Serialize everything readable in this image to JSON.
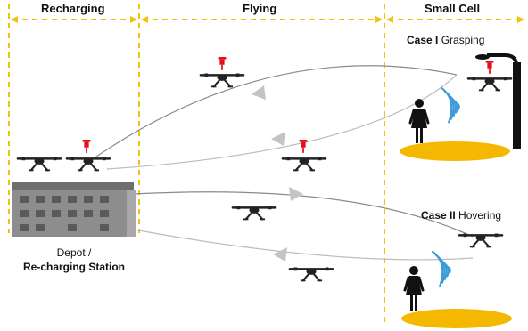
{
  "zones": {
    "recharging": "Recharging",
    "flying": "Flying",
    "small_cell": "Small Cell"
  },
  "case1": {
    "label_bold": "Case I",
    "label": " Grasping"
  },
  "case2": {
    "label_bold": "Case II",
    "label": " Hovering"
  },
  "depot": {
    "line1": "Depot /",
    "line2": "Re-charging Station"
  },
  "colors": {
    "divider": "#f2c10a",
    "ground_disc": "#f5b800",
    "gripper": "#e3101c",
    "signal": "#3a9bd8",
    "building": "#8d8d8d",
    "drone": "#222222",
    "path_dark": "#888888",
    "path_light": "#bbbbbb"
  }
}
